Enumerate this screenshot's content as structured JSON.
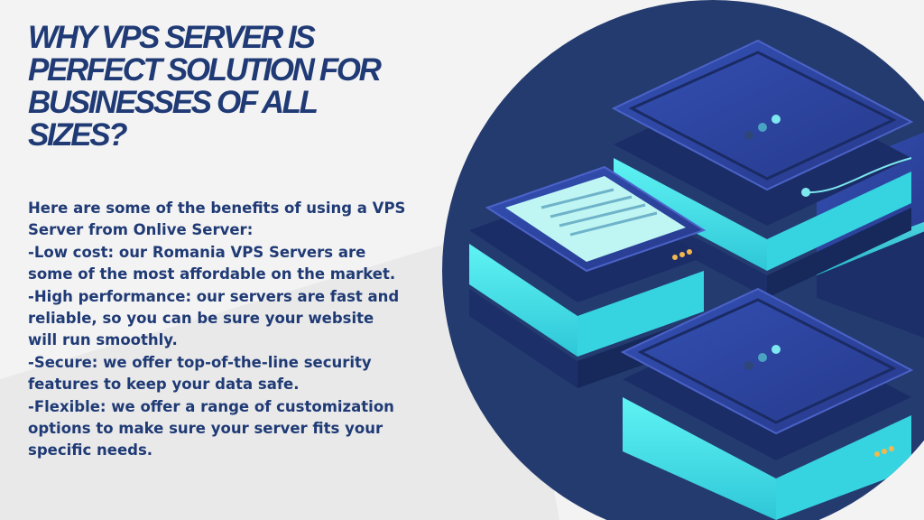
{
  "slide": {
    "title_lines": [
      "WHY VPS SERVER IS",
      "PERFECT SOLUTION FOR",
      "BUSINESSES OF ALL",
      "SIZES?"
    ],
    "intro": "Here are some of the benefits of using a VPS Server from Onlive Server:",
    "benefits": [
      "-Low cost: our Romania VPS Servers are some of the most affordable on the market.",
      "-High performance: our servers are fast and reliable, so you can be sure your website will run smoothly.",
      "-Secure: we offer top-of-the-line security features to keep your data safe.",
      "-Flexible: we offer a range of customization options to make sure your server fits your specific needs."
    ]
  },
  "colors": {
    "title": "#1f3a75",
    "background": "#f3f3f3",
    "circle": "#243b70",
    "server_top": "#2f4aa8",
    "server_glow": "#46e6ea"
  },
  "image": {
    "description_icon": "server-stack-illustration"
  }
}
